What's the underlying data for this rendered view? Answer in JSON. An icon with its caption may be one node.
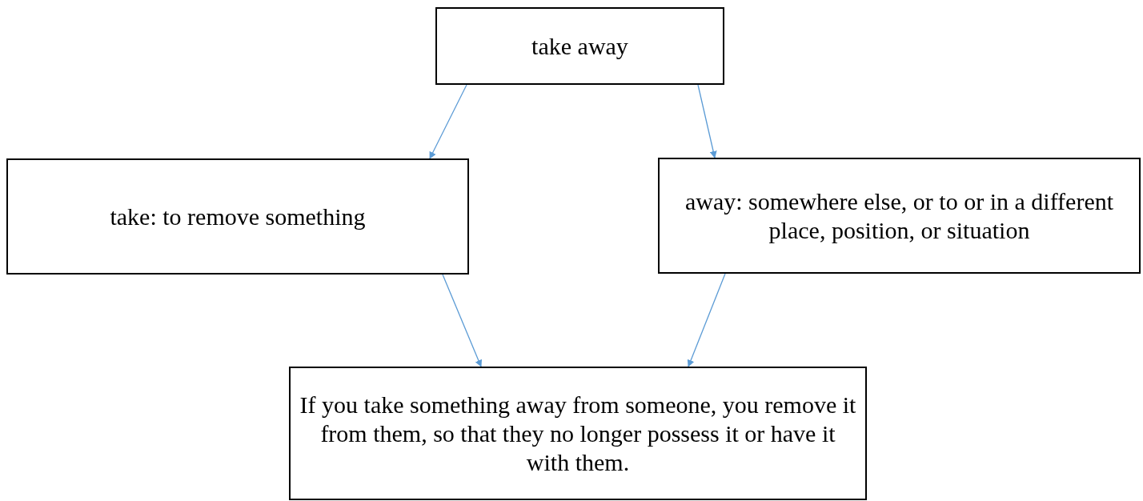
{
  "diagram": {
    "nodes": [
      {
        "text": [
          "take away"
        ]
      },
      {
        "text": [
          "take: to remove something"
        ]
      },
      {
        "text": [
          "away: somewhere else, or to or in a different place, position, or situation"
        ]
      },
      {
        "text": [
          "If you take something away from someone, you remove it from them, so that they no longer possess it or have it with them."
        ]
      }
    ],
    "edges": [
      {
        "from": 0,
        "to": 1,
        "arrow": "to"
      },
      {
        "from": 0,
        "to": 2,
        "arrow": "to"
      },
      {
        "from": 1,
        "to": 3,
        "arrow": "to"
      },
      {
        "from": 2,
        "to": 3,
        "arrow": "to"
      }
    ]
  }
}
